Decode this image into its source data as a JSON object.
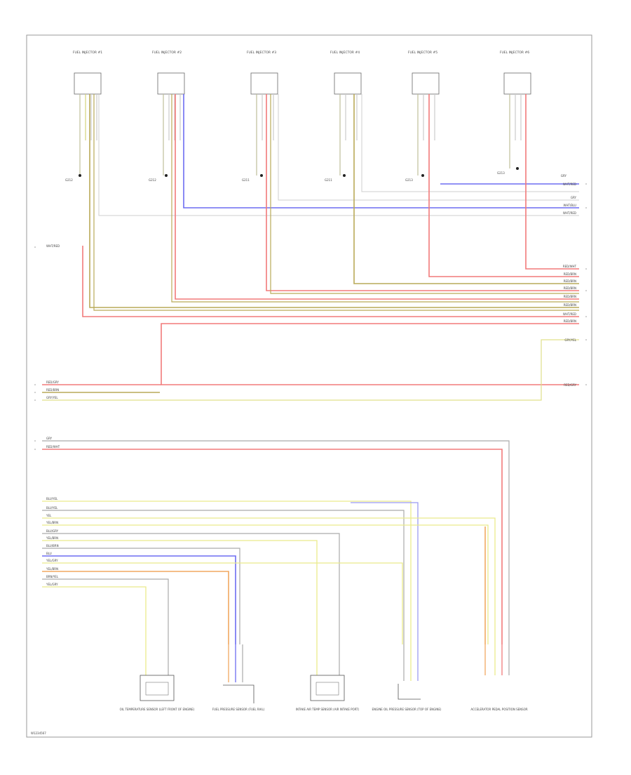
{
  "diagram": {
    "page_ref": "W1234567"
  },
  "injectors": [
    {
      "label": "FUEL INJECTOR #1",
      "ground": "G212"
    },
    {
      "label": "FUEL INJECTOR #2",
      "ground": "G212"
    },
    {
      "label": "FUEL INJECTOR #3",
      "ground": "G211"
    },
    {
      "label": "FUEL INJECTOR #4",
      "ground": "G211"
    },
    {
      "label": "FUEL INJECTOR #5",
      "ground": "G213"
    },
    {
      "label": "FUEL INJECTOR #6",
      "ground": "G213"
    }
  ],
  "right_connector_labels": [
    "GRY",
    "WHT/RED",
    "GRY",
    "WHT/BLU",
    "WHT/RED",
    "RED/WHT",
    "RED/BRN",
    "RED/BRN",
    "RED/BRN",
    "RED/BRN",
    "RED/BRN",
    "WHT/RED",
    "RED/BRN",
    "GRY/YEL",
    "RED/GRY"
  ],
  "left_connector_labels": {
    "upper": "WHT/RED",
    "mid": [
      "RED/GRY",
      "RED/BRN",
      "GRY/YEL"
    ],
    "pair": [
      "GRY",
      "RED/WHT"
    ],
    "bus": [
      "BLU/YEL",
      "BLU/YEL",
      "YEL",
      "YEL/BRN",
      "BLU/GRY",
      "YEL/BRN",
      "BLU/BRN",
      "BLU",
      "YEL/GRY",
      "YEL/BRN",
      "BRN/YEL",
      "YEL/GRY"
    ]
  },
  "sensors": [
    {
      "label": "OIL TEMPERATURE SENSOR (LEFT FRONT OF ENGINE)"
    },
    {
      "label": "FUEL PRESSURE SENSOR (FUEL RAIL)"
    },
    {
      "label": "INTAKE AIR TEMP SENSOR (AIR INTAKE PORT)"
    },
    {
      "label": "ENGINE OIL PRESSURE SENSOR (TOP OF ENGINE)"
    },
    {
      "label": "ACCELERATOR PEDAL POSITION SENSOR"
    }
  ]
}
